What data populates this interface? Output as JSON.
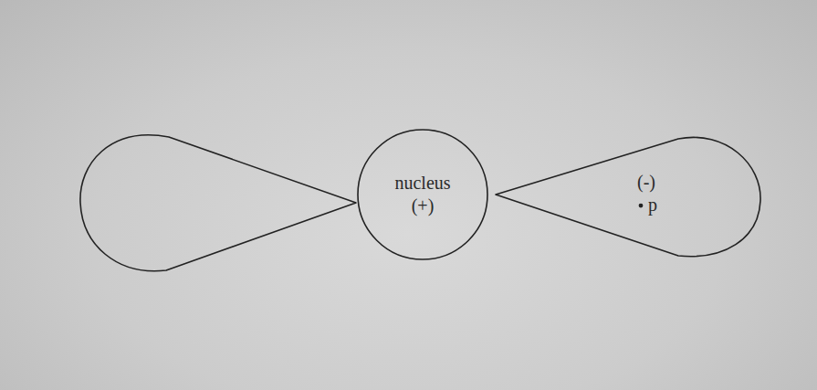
{
  "diagram": {
    "nodes": [
      {
        "text": [
          "nucleus (+)"
        ]
      },
      {
        "text": [
          "(-)",
          "p"
        ]
      }
    ]
  }
}
